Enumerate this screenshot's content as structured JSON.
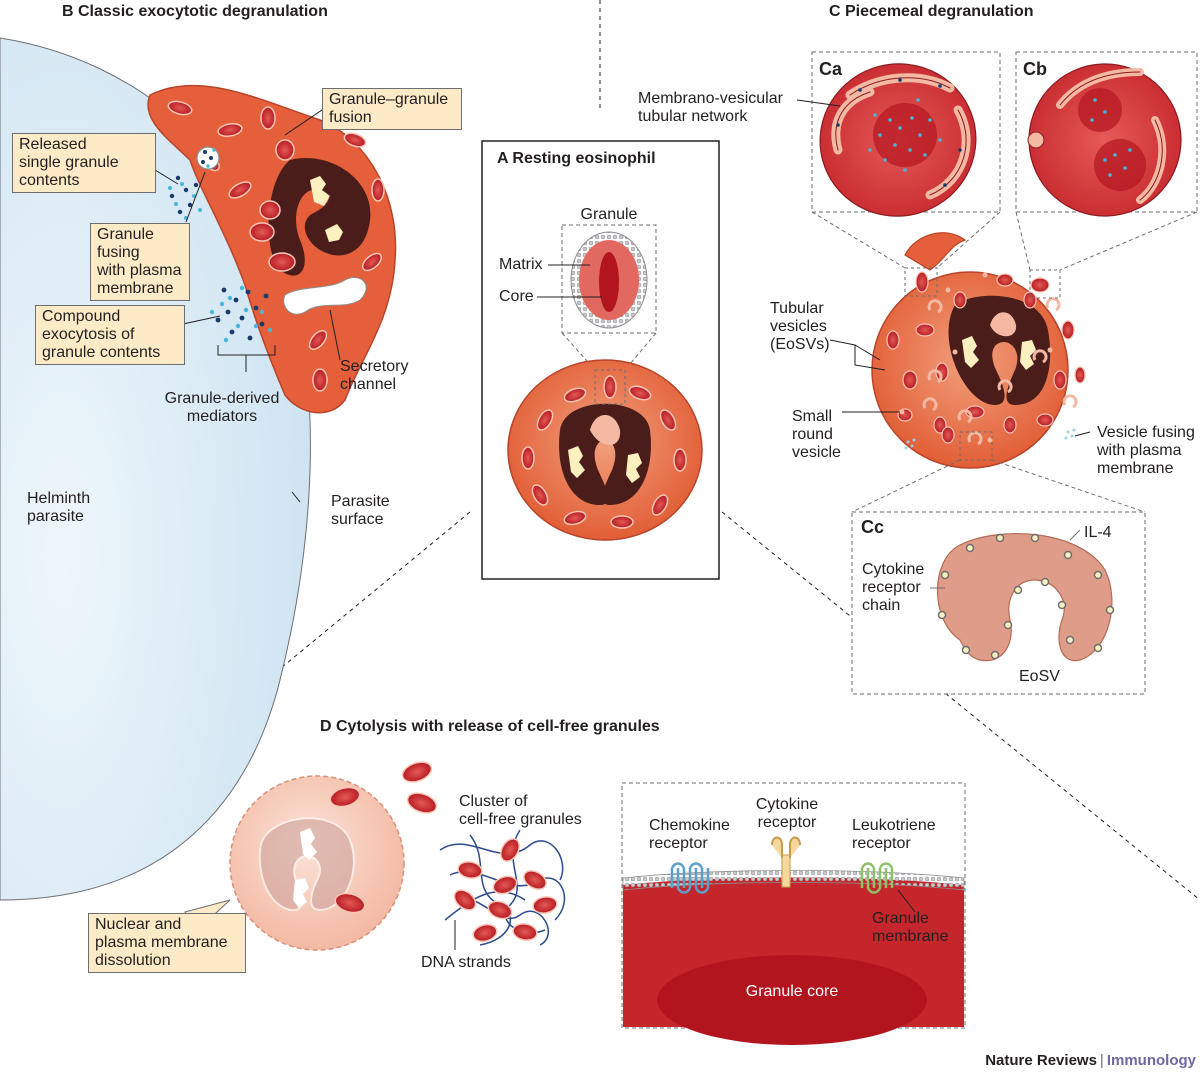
{
  "titles": {
    "b": "B  Classic exocytotic degranulation",
    "c": "C  Piecemeal degranulation",
    "a": "A  Resting eosinophil",
    "d": "D  Cytolysis with release of cell-free granules"
  },
  "panel_b": {
    "granule_granule_fusion": "Granule–granule\nfusion",
    "released_single": "Released\nsingle granule\ncontents",
    "granule_fusing": "Granule fusing\nwith plasma\nmembrane",
    "compound_exocytosis": "Compound\nexocytosis of\ngranule contents",
    "granule_derived": "Granule-derived\nmediators",
    "secretory_channel": "Secretory\nchannel",
    "helminth": "Helminth\nparasite",
    "parasite_surface": "Parasite\nsurface"
  },
  "panel_a": {
    "granule": "Granule",
    "matrix": "Matrix",
    "core": "Core"
  },
  "panel_c": {
    "ca": "Ca",
    "cb": "Cb",
    "cc": "Cc",
    "membrano": "Membrano-vesicular\ntubular network",
    "tubular": "Tubular\nvesicles\n(EoSVs)",
    "small_round": "Small\nround\nvesicle",
    "vesicle_fusing": "Vesicle fusing\nwith plasma\nmembrane",
    "il4": "IL-4",
    "cytokine_receptor_chain": "Cytokine\nreceptor\nchain",
    "eosv": "EoSV"
  },
  "panel_d": {
    "cluster": "Cluster of\ncell-free granules",
    "dna": "DNA strands",
    "nuclear": "Nuclear and\nplasma membrane\ndissolution",
    "chemokine": "Chemokine\nreceptor",
    "cytokine": "Cytokine\nreceptor",
    "leukotriene": "Leukotriene\nreceptor",
    "granule_membrane": "Granule\nmembrane",
    "granule_core": "Granule core"
  },
  "footer": {
    "publisher": "Nature Reviews",
    "separator": "|",
    "journal": "Immunology"
  },
  "colors": {
    "cell_fill": "#e8663e",
    "granule_red": "#c8202b",
    "nucleus_dark": "#4a1d1a",
    "parasite_blue": "#d9ebf6",
    "callout_box": "#fdebc8",
    "membrane_gray": "#a7a9ac",
    "journal_purple": "#6c6aa3"
  }
}
